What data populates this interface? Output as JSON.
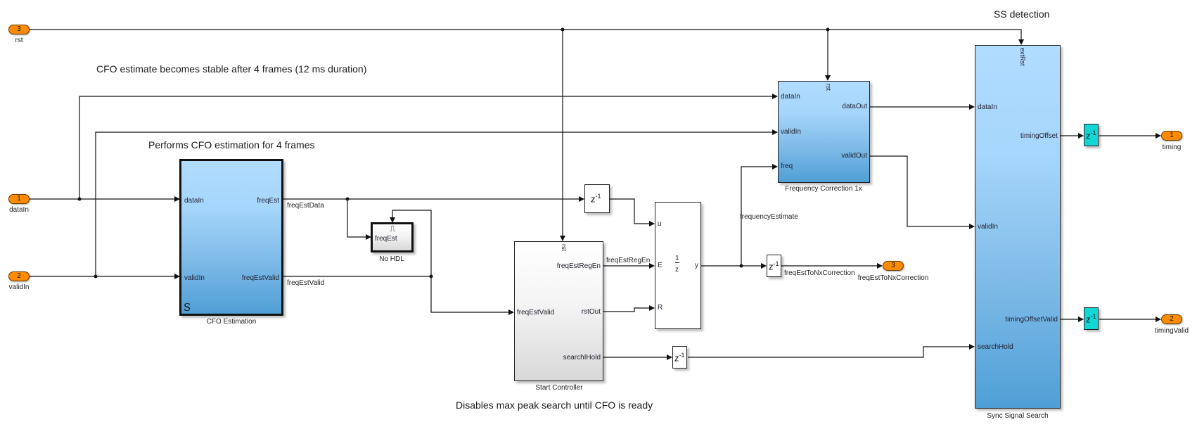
{
  "comments": {
    "ss_detection": "SS detection",
    "cfo_stable": "CFO estimate becomes stable after 4 frames (12 ms duration)",
    "cfo_estimation": "Performs CFO estimation for 4 frames",
    "disables_search": "Disables max peak search until CFO is ready"
  },
  "inports": [
    {
      "number": "1",
      "name": "dataIn"
    },
    {
      "number": "2",
      "name": "validIn"
    },
    {
      "number": "3",
      "name": "rst"
    }
  ],
  "outports": [
    {
      "number": "1",
      "name": "timing"
    },
    {
      "number": "2",
      "name": "timingValid"
    },
    {
      "number": "3",
      "name": "freqEstToNxCorrection"
    }
  ],
  "blocks": {
    "cfo_estimation": {
      "name": "CFO Estimation",
      "inputs": [
        "dataIn",
        "validIn"
      ],
      "outputs": [
        "freqEst",
        "freqEstValid"
      ],
      "badge": "S"
    },
    "no_hdl": {
      "name": "No HDL",
      "input": "freqEst",
      "trigger_glyph": "⎍"
    },
    "start_controller": {
      "name": "Start Controller",
      "reset": "rst",
      "input": "freqEstValid",
      "outputs": [
        "freqEstRegEn",
        "rstOut",
        "searchIHold"
      ]
    },
    "register": {
      "inputs": [
        "u",
        "E",
        "R"
      ],
      "output": "y",
      "num": "1",
      "den": "z"
    },
    "freq_correction": {
      "name": "Frequency Correction 1x",
      "reset": "rst",
      "inputs": [
        "dataIn",
        "validIn",
        "freq"
      ],
      "outputs": [
        "dataOut",
        "validOut"
      ]
    },
    "sync_search": {
      "name": "Sync Signal Search",
      "reset": "extRst",
      "inputs": [
        "dataIn",
        "validIn",
        "searchHold"
      ],
      "outputs": [
        "timingOffset",
        "timingOffsetValid"
      ]
    },
    "delay": {
      "z": "z",
      "exp": "-1"
    }
  },
  "signals": {
    "freqEstData": "freqEstData",
    "freqEstValid": "freqEstValid",
    "freqEstRegEn": "freqEstRegEn",
    "frequencyEstimate": "frequencyEstimate",
    "freqEstToNxCorrection": "freqEstToNxCorrection"
  }
}
